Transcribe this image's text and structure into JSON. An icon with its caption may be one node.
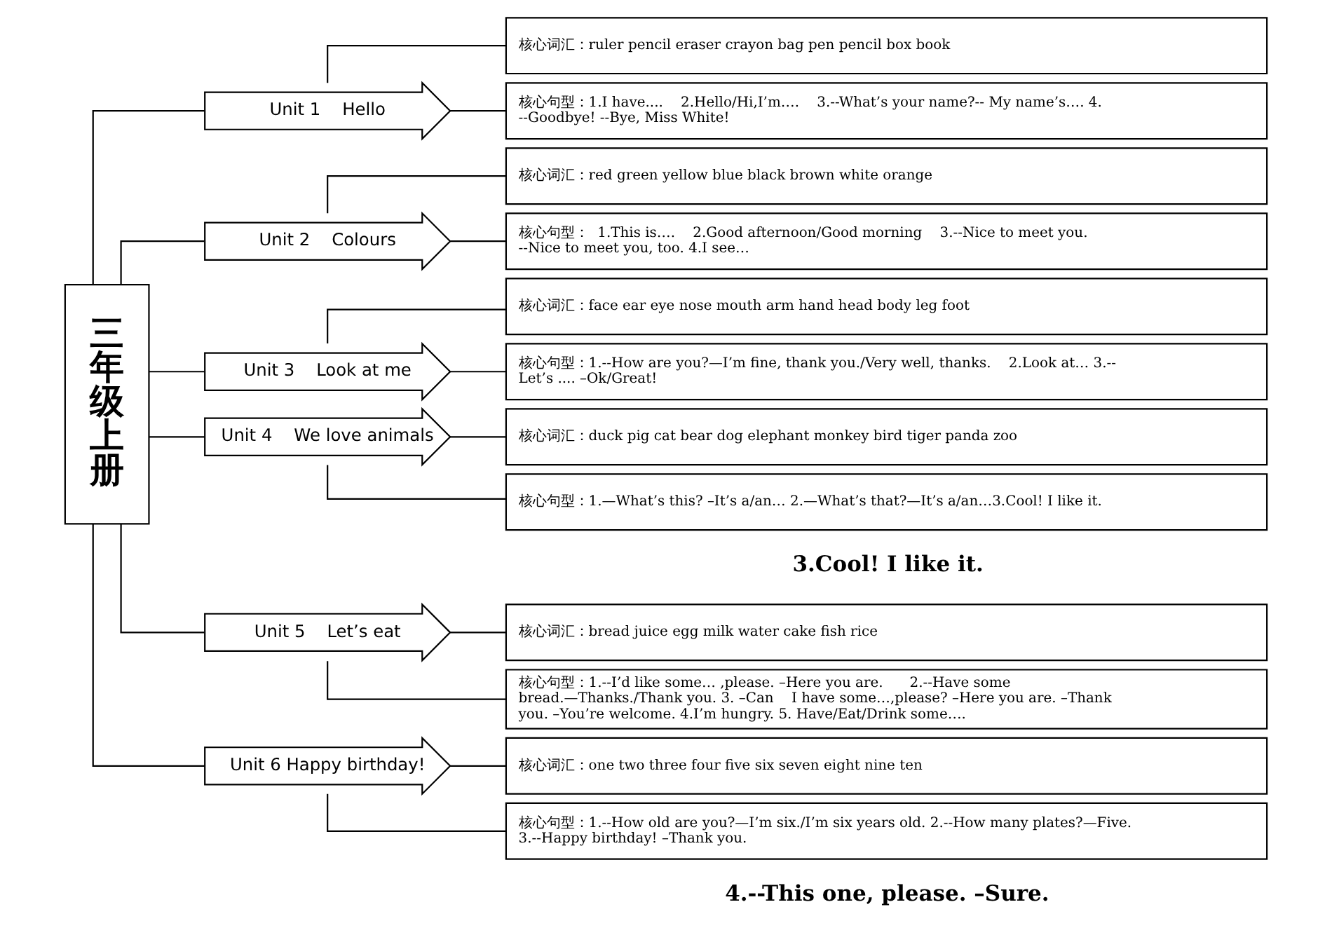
{
  "diagram": {
    "nodes": [
      {
        "text": [
          "三年级上册"
        ]
      },
      {
        "text": [
          "Unit 1    Hello"
        ]
      },
      {
        "text": [
          "核心词汇：ruler pencil eraser crayon bag pen pencil box book"
        ]
      },
      {
        "text": [
          "核心句型：1.I have....    2.Hello/Hi,I’m….    3.--What’s your name?-- My name’s…. 4.--Goodbye! --Bye, Miss White!"
        ]
      },
      {
        "text": [
          "Unit 2    Colours"
        ]
      },
      {
        "text": [
          "核心词汇：red green yellow blue black brown white orange"
        ]
      },
      {
        "text": [
          "核心句型：  1.This is….    2.Good afternoon/Good morning    3.--Nice to meet you. --Nice to meet you, too. 4.I see…"
        ]
      },
      {
        "text": [
          "Unit 3    Look at me"
        ]
      },
      {
        "text": [
          "核心词汇：face ear eye nose mouth arm hand head body leg foot"
        ]
      },
      {
        "text": [
          "核心句型：1.--How are you?—I’m fine, thank you./Very well, thanks.    2.Look at… 3.--Let’s .... –Ok/Great!"
        ]
      },
      {
        "text": [
          "Unit 4    We love animals"
        ]
      },
      {
        "text": [
          "核心词汇：duck pig cat bear dog elephant monkey bird tiger panda zoo"
        ]
      },
      {
        "text": [
          "核心句型：1.—What’s this? –It’s a/an… 2.—What’s that?—It’s a/an…3.Cool! I like it."
        ]
      },
      {
        "text": [
          "Unit 5    Let’s eat"
        ]
      },
      {
        "text": [
          "核心词汇：bread juice egg milk water cake fish rice"
        ]
      },
      {
        "text": [
          "核心句型：1.--I’d like some… ,please. –Here you are.      2.--Have some bread.—Thanks./Thank you. 3. –Can    I have some…,please? –Here you are. –Thank you. –You’re welcome. 4.I’m hungry. 5. Have/Eat/Drink some…."
        ]
      },
      {
        "text": [
          "Unit 6 Happy birthday!"
        ]
      },
      {
        "text": [
          "核心词汇：one two three four five six seven eight nine ten"
        ]
      },
      {
        "text": [
          "核心句型：1.--How old are you?—I’m six./I’m six years old. 2.--How many plates?—Five. 3.--Happy birthday! –Thank you."
        ]
      }
    ],
    "edges": [
      {
        "from": 0,
        "to": 1,
        "arrow": "none"
      },
      {
        "from": 0,
        "to": 4,
        "arrow": "none"
      },
      {
        "from": 0,
        "to": 7,
        "arrow": "none"
      },
      {
        "from": 0,
        "to": 10,
        "arrow": "none"
      },
      {
        "from": 0,
        "to": 13,
        "arrow": "none"
      },
      {
        "from": 0,
        "to": 16,
        "arrow": "none"
      },
      {
        "from": 1,
        "to": 2,
        "arrow": "none"
      },
      {
        "from": 1,
        "to": 3,
        "arrow": "none"
      },
      {
        "from": 4,
        "to": 5,
        "arrow": "none"
      },
      {
        "from": 4,
        "to": 6,
        "arrow": "none"
      },
      {
        "from": 7,
        "to": 8,
        "arrow": "none"
      },
      {
        "from": 7,
        "to": 9,
        "arrow": "none"
      },
      {
        "from": 10,
        "to": 11,
        "arrow": "none"
      },
      {
        "from": 10,
        "to": 12,
        "arrow": "none"
      },
      {
        "from": 13,
        "to": 14,
        "arrow": "none"
      },
      {
        "from": 13,
        "to": 15,
        "arrow": "none"
      },
      {
        "from": 16,
        "to": 17,
        "arrow": "none"
      },
      {
        "from": 16,
        "to": 18,
        "arrow": "none"
      }
    ],
    "labels": [
      "3.Cool! I like it.",
      "4.--This one, please. –Sure."
    ]
  }
}
